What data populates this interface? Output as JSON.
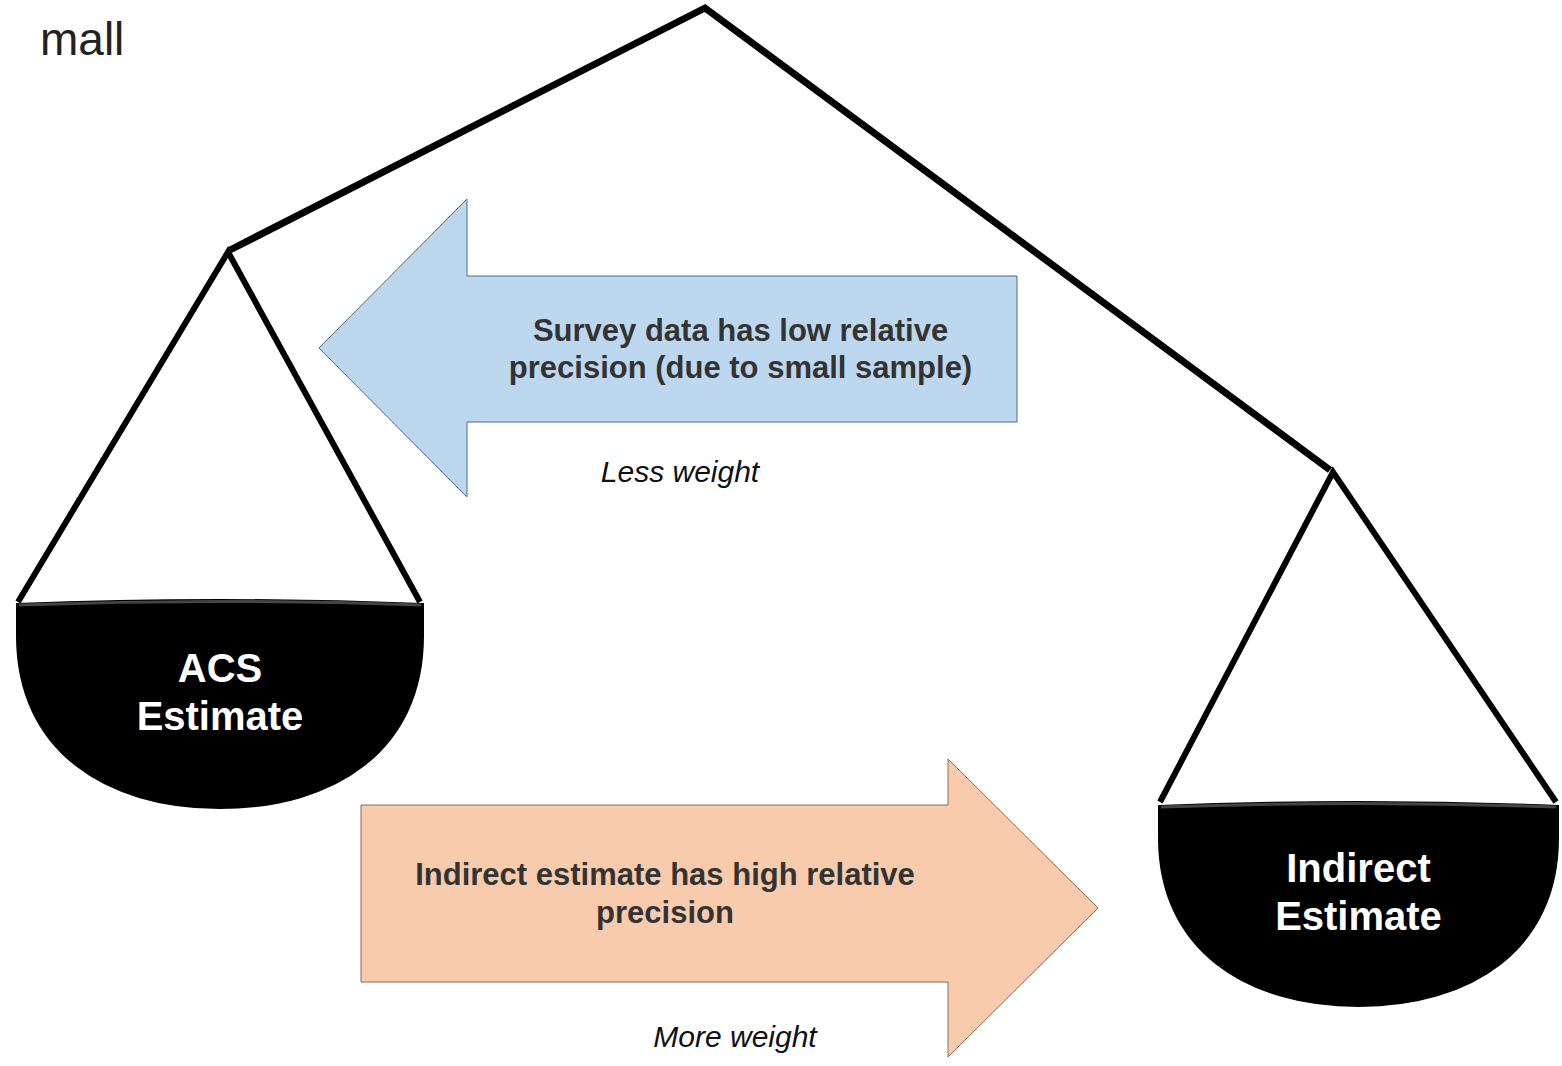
{
  "diagram": {
    "nodes": [
      {
        "text": [
          "Survey data has low relative precision (due to small sample)"
        ]
      },
      {
        "text": [
          "ACS Estimate"
        ]
      },
      {
        "text": [
          "Indirect estimate has high relative precision"
        ]
      },
      {
        "text": [
          "Indirect Estimate"
        ]
      }
    ],
    "labels": [
      "mall",
      "Less weight",
      "More weight"
    ]
  }
}
